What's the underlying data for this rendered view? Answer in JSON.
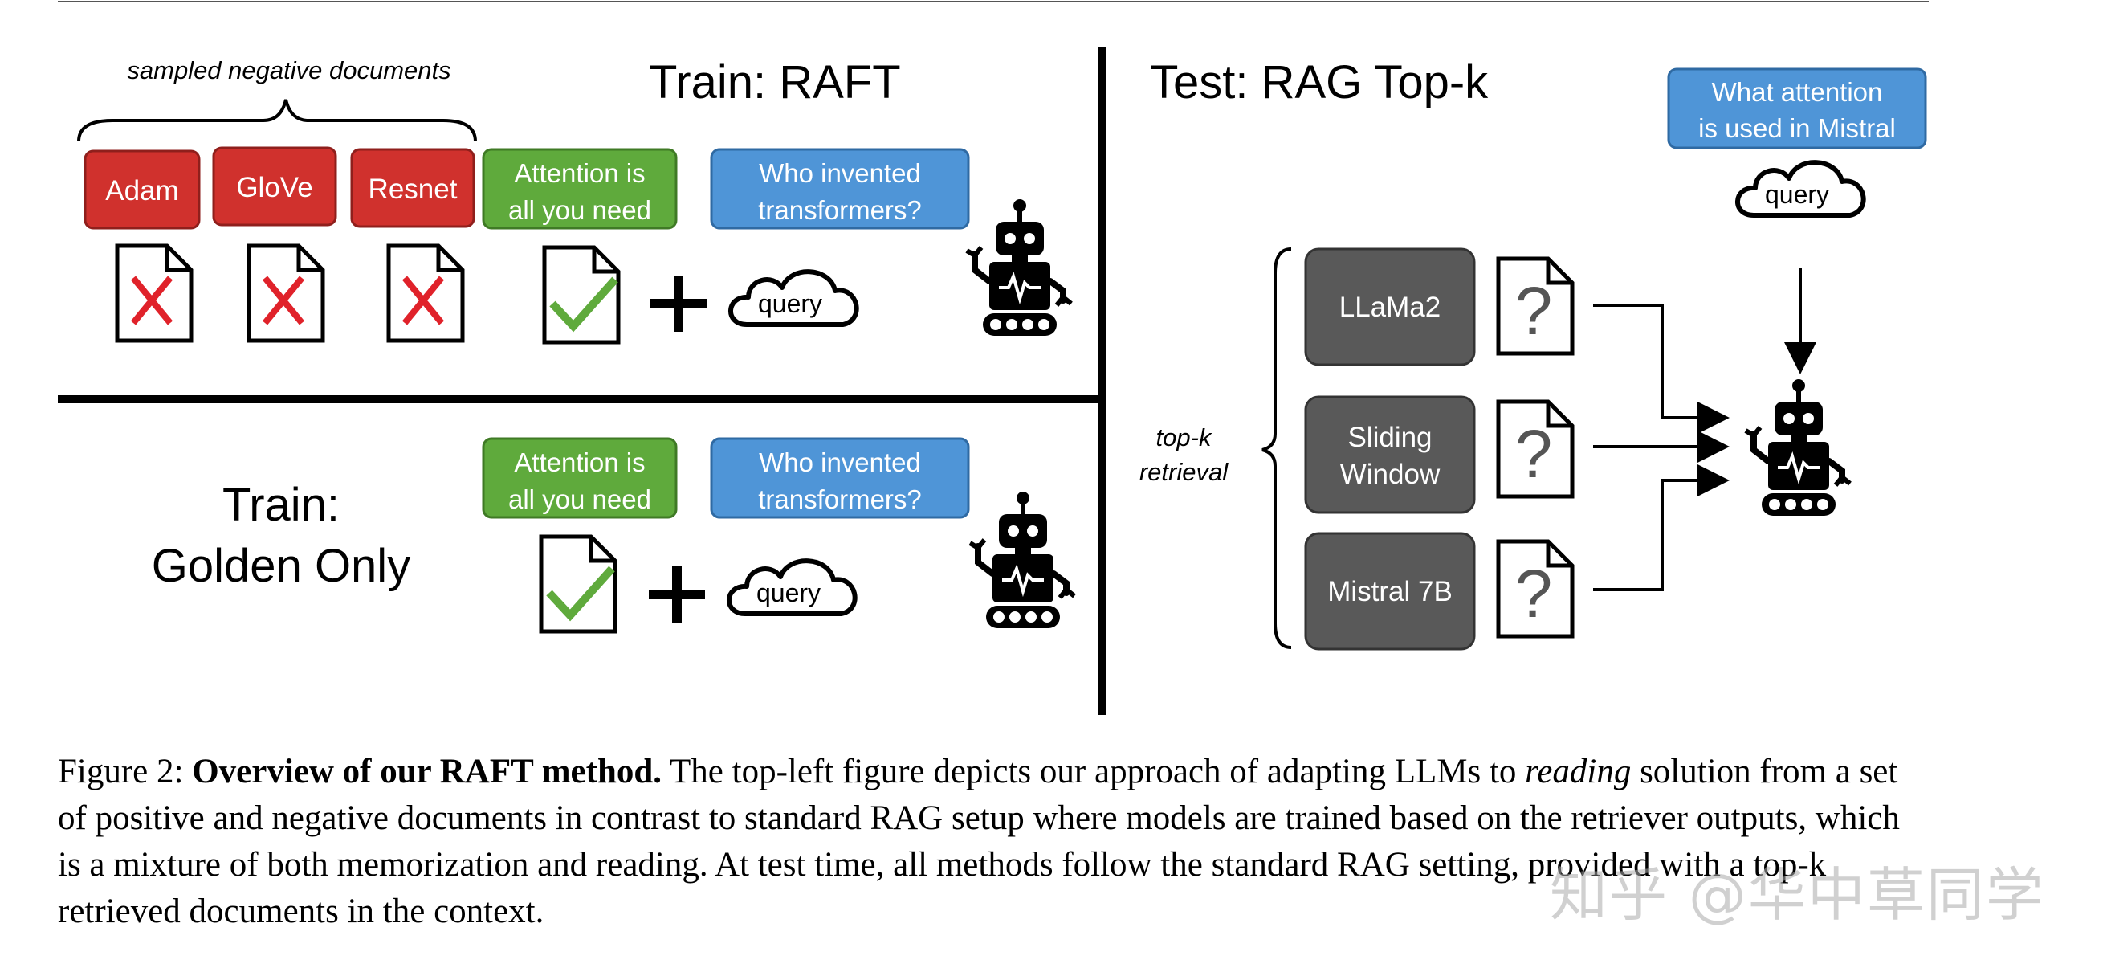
{
  "figure": {
    "train_raft": {
      "title": "Train: RAFT",
      "brace_label": "sampled negative documents",
      "negatives": [
        "Adam",
        "GloVe",
        "Resnet"
      ],
      "golden": [
        "Attention is",
        "all you need"
      ],
      "question": [
        "Who invented",
        "transformers?"
      ],
      "query_label": "query"
    },
    "train_golden": {
      "title": [
        "Train:",
        "Golden Only"
      ],
      "golden": [
        "Attention is",
        "all you need"
      ],
      "question": [
        "Who invented",
        "transformers?"
      ],
      "query_label": "query"
    },
    "test_rag": {
      "title": "Test: RAG Top-k",
      "question": [
        "What attention",
        "is used in Mistral"
      ],
      "query_label": "query",
      "retrieval_label": [
        "top-k",
        "retrieval"
      ],
      "docs": [
        [
          "LLaMa2"
        ],
        [
          "Sliding",
          "Window"
        ],
        [
          "Mistral 7B"
        ]
      ],
      "unknown_mark": "?"
    },
    "colors": {
      "negative": "#d0312d",
      "golden": "#5faa3c",
      "question": "#4f95d7",
      "retrieved": "#595959",
      "check": "#5faa3c",
      "cross": "#e0222a"
    }
  },
  "caption": {
    "label": "Figure 2:",
    "bold": "Overview of our RAFT method.",
    "text_a": "The top-left figure depicts our approach of adapting LLMs to",
    "italic": "reading",
    "text_b": "solution from a set of positive and negative documents in contrast to standard RAG setup where models are trained based on the retriever outputs, which is a mixture of both memorization and reading. At test time, all methods follow the standard RAG setting, provided with a top-k retrieved documents in the context."
  },
  "watermark": "知乎 @华中草同学"
}
